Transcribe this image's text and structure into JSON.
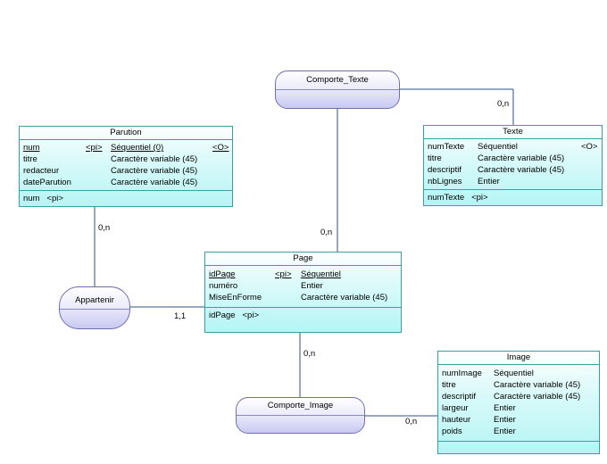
{
  "entities": {
    "parution": {
      "name": "Parution",
      "attributes": [
        {
          "name": "num",
          "key": "<pi>",
          "type": "Séquentiel (0)",
          "extra": "<O>"
        },
        {
          "name": "titre",
          "key": "",
          "type": "Caractère variable (45)",
          "extra": ""
        },
        {
          "name": "redacteur",
          "key": "",
          "type": "Caractère variable (45)",
          "extra": ""
        },
        {
          "name": "dateParution",
          "key": "",
          "type": "Caractère variable (45)",
          "extra": ""
        }
      ],
      "identifier": "num   <pi>"
    },
    "texte": {
      "name": "Texte",
      "attributes": [
        {
          "name": "numTexte",
          "type": "Séquentiel",
          "extra": "<O>"
        },
        {
          "name": "titre",
          "type": "Caractère variable (45)",
          "extra": ""
        },
        {
          "name": "descriptif",
          "type": "Caractère variable (45)",
          "extra": ""
        },
        {
          "name": "nbLignes",
          "type": "Entier",
          "extra": ""
        }
      ],
      "identifier": "numTexte   <pi>"
    },
    "page": {
      "name": "Page",
      "attributes": [
        {
          "name": "idPage",
          "key": "<pi>",
          "type": "Séquentiel"
        },
        {
          "name": "numéro",
          "key": "",
          "type": "Entier"
        },
        {
          "name": "MiseEnForme",
          "key": "",
          "type": "Caractère variable (45)"
        }
      ],
      "identifier": "idPage   <pi>"
    },
    "image": {
      "name": "Image",
      "attributes": [
        {
          "name": "numImage",
          "type": "Séquentiel"
        },
        {
          "name": "titre",
          "type": "Caractère variable (45)"
        },
        {
          "name": "descriptif",
          "type": "Caractère variable (45)"
        },
        {
          "name": "largeur",
          "type": "Entier"
        },
        {
          "name": "hauteur",
          "type": "Entier"
        },
        {
          "name": "poids",
          "type": "Entier"
        }
      ],
      "identifier": ""
    }
  },
  "associations": {
    "comporte_texte": "Comporte_Texte",
    "appartenir": "Appartenir",
    "comporte_image": "Comporte_Image"
  },
  "cardinalities": {
    "texte_comporte": "0,n",
    "page_comporte_texte": "0,n",
    "parution_appartenir": "0,n",
    "page_appartenir": "1,1",
    "page_comporte_image": "0,n",
    "image_comporte": "0,n"
  }
}
